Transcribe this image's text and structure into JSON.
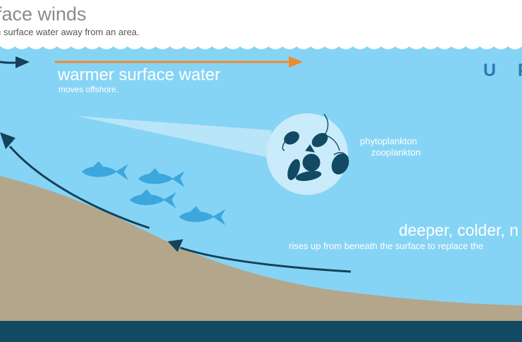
{
  "labels": {
    "surface_winds_title": "rface winds",
    "surface_winds_sub": "h surface water away from an area.",
    "warm_title": "warmer surface water",
    "warm_sub": "moves offshore.",
    "upwelling_title": "U P",
    "phytoplankton": "phytoplankton",
    "zooplankton": "zooplankton",
    "deep_title": "deeper, colder, n",
    "deep_sub": "rises up from beneath the surface to replace the"
  },
  "colors": {
    "ocean": "#86d4f5",
    "seafloor": "#b3a68b",
    "bottom_band": "#134a63",
    "arrow_dark": "#14425a",
    "arrow_orange": "#ef8a2d",
    "fish": "#3ca7dd",
    "plankton_bubble": "#c9ebfa",
    "plankton": "#134a63",
    "cloud": "#ffffff",
    "title_gray": "#8a8a8a",
    "upwelling_blue": "#2a7bb3"
  }
}
